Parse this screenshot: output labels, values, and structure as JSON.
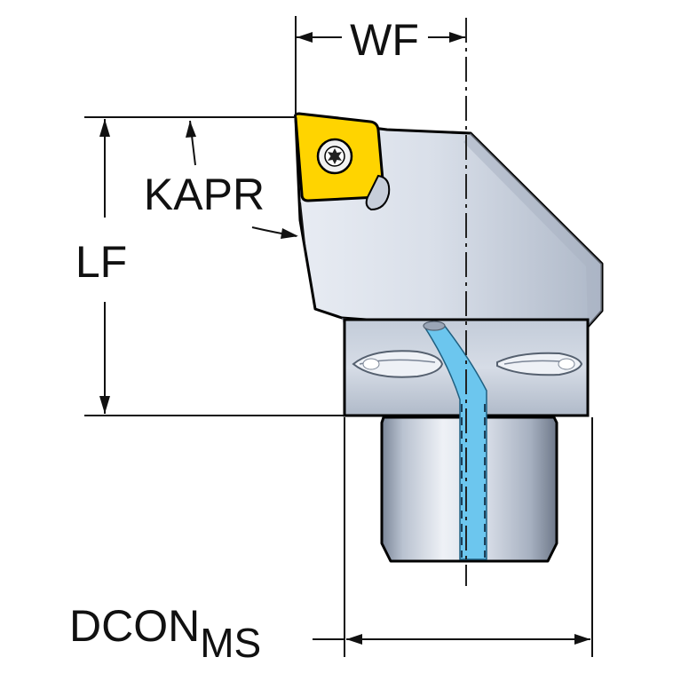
{
  "labels": {
    "wf": "WF",
    "kapr": "KAPR",
    "lf": "LF",
    "dcon": "DCON",
    "dcon_sub": "MS"
  },
  "colors": {
    "body_light": "#dfe5ee",
    "body_mid": "#b6c0d0",
    "body_dark": "#6f7a8c",
    "insert_yellow": "#ffd400",
    "coolant_blue": "#6cc6ee",
    "outline": "#000000",
    "line": "#111111"
  },
  "icons": {
    "insert_screw": "torx-screw-icon"
  }
}
